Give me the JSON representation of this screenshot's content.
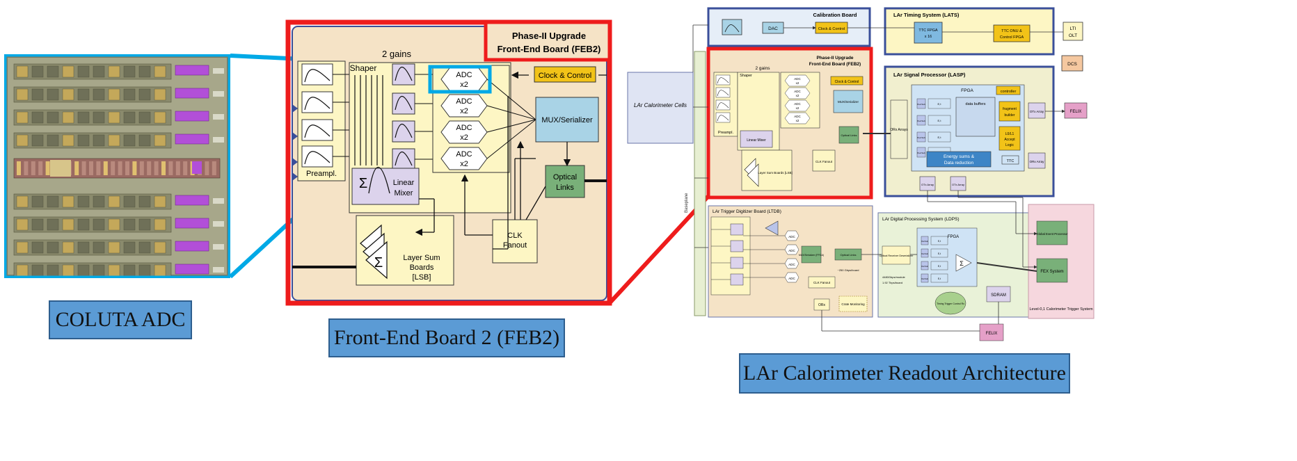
{
  "captions": {
    "coluta": "COLUTA ADC",
    "feb2": "Front-End Board 2 (FEB2)",
    "architecture": "LAr Calorimeter Readout Architecture"
  },
  "feb2": {
    "title_line1": "Phase-II Upgrade",
    "title_line2": "Front-End Board (FEB2)",
    "gains_label": "2 gains",
    "shaper": "Shaper",
    "preamp": "Preampl.",
    "linear_mixer_line1": "Linear",
    "linear_mixer_line2": "Mixer",
    "adc_label": "ADC",
    "adc_x2": "x2",
    "clock_control": "Clock & Control",
    "mux_serializer": "MUX/Serializer",
    "optical_links_line1": "Optical",
    "optical_links_line2": "Links",
    "clk_fanout_line1": "CLK",
    "clk_fanout_line2": "Fanout",
    "layer_sum_line1": "Layer Sum",
    "layer_sum_line2": "Boards",
    "layer_sum_line3": "[LSB]",
    "sigma": "Σ"
  },
  "arch": {
    "calibration_board": "Calibration Board",
    "dac": "DAC",
    "clock_control": "Clock & Control",
    "lats": "LAr Timing System (LATS)",
    "ttc_fpga_line1": "TTC FPGA",
    "ttc_fpga_line2": "x 16",
    "ttc_onu_line1": "TTC ONU &",
    "ttc_onu_line2": "Control FPGA",
    "lti_line1": "LTI",
    "lti_line2": "OLT",
    "dcs": "DCS",
    "lar_cells": "LAr Calorimeter Cells",
    "feb2_line1": "Phase-II Upgrade",
    "feb2_line2": "Front-End Board (FEB2)",
    "gains": "2 gains",
    "shaper": "Shaper",
    "preampl": "Preampl.",
    "linear_mixer": "Linear Mixer",
    "adc": "ADC",
    "x2": "x2",
    "mux_serializer": "MUX/Serializer",
    "optical_links": "Optical Links",
    "clk_fanout": "CLK Fanout",
    "layer_sum": "Layer Sum Boards [LSB]",
    "lasp": "LAr Signal Processor (LASP)",
    "fpga": "FPGA",
    "controller": "controller",
    "orx_arrays": "ORx Arrays",
    "data_buffers": "data buffers",
    "fragment_builder_line1": "fragment",
    "fragment_builder_line2": "builder",
    "l0l1_line1": "L0/L1",
    "l0l1_line2": "Accept",
    "l0l1_line3": "Logic",
    "energy_sums_line1": "Energy sums &",
    "energy_sums_line2": "Data reduction",
    "ttc": "TTC",
    "otx_array": "OTx Array",
    "orx_array": "ORx Array",
    "felix": "FELIX",
    "ltdb": "LAr Trigger Digitizer Board (LTDB)",
    "adc_small": "ADC",
    "mux_fpga": "MUX/Serializer (FPGA)",
    "optical_links_small": "Optical Links",
    "rate_ltdb": "~250 Gbps/board",
    "clk_fanout_small": "CLK Fanout",
    "orx_small": "ORx",
    "crate_monitoring": "Crate Monitoring",
    "ldps": "LAr Digital Processing System (LDPS)",
    "optical_receiver": "Optical Receiver Deserializer",
    "rate_ldps_line1": "4480Gbps/module",
    "rate_ldps_line2": "1.92 Tbps/board",
    "fpga_ldps": "FPGA",
    "sdram": "SDRAM",
    "timing_trigger": "Timing Trigger Control Rx",
    "felix_bottom": "FELIX",
    "global_event": "Global Event Processor",
    "fex": "FEX System",
    "level01": "Level-0,1 Calorimeter Trigger System",
    "ped_sub": "Ped Sub",
    "e_t": "E,t",
    "backplane": "Baseplane"
  },
  "colors": {
    "highlight_blue": "#00a9e6",
    "highlight_red": "#ee1c1c",
    "board_fill": "#f5e3c6",
    "yellow_fill": "#fdf6c4",
    "gold": "#f2c318",
    "mux_blue": "#a9d3e6",
    "optical_green": "#79b079",
    "caption_blue": "#5b9bd5",
    "mixer_purple": "#dcd3ec"
  }
}
